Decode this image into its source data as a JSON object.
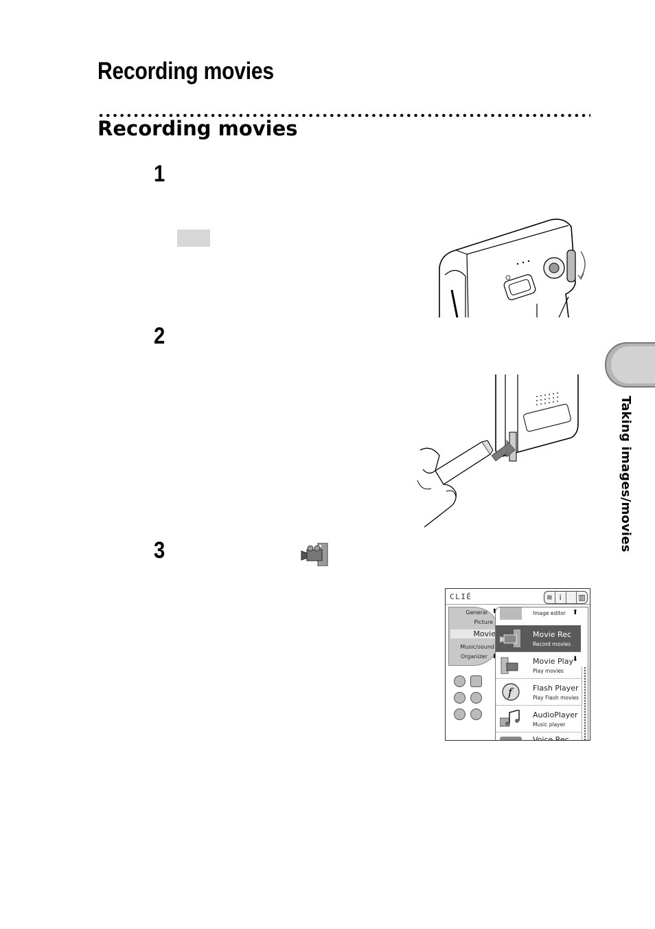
{
  "header": {
    "title": "Recording movies"
  },
  "section": {
    "title": "Recording movies"
  },
  "steps": [
    {
      "number": "1"
    },
    {
      "number": "2"
    },
    {
      "number": "3"
    }
  ],
  "side_tab": {
    "label": "Taking images/movies"
  },
  "clie_screen": {
    "logo": "CLIÉ",
    "categories": [
      "General",
      "Picture",
      "Movie",
      "Music/sound",
      "Organizer"
    ],
    "selected_category": "Movie",
    "apps": [
      {
        "name": "",
        "desc": "Image editor"
      },
      {
        "name": "Movie Rec",
        "desc": "Record movies"
      },
      {
        "name": "Movie Play",
        "desc": "Play movies"
      },
      {
        "name": "Flash Player",
        "desc": "Play Flash movies"
      },
      {
        "name": "AudioPlayer",
        "desc": "Music player"
      },
      {
        "name": "Voice Rec",
        "desc": ""
      }
    ],
    "highlighted_app": "Movie Rec"
  },
  "icons": {
    "camera": "camera-illustration",
    "memory_stick": "memory-stick-illustration",
    "movie_rec": "movie-rec-icon",
    "flash": "flash-player-icon",
    "audio": "audio-player-icon"
  }
}
